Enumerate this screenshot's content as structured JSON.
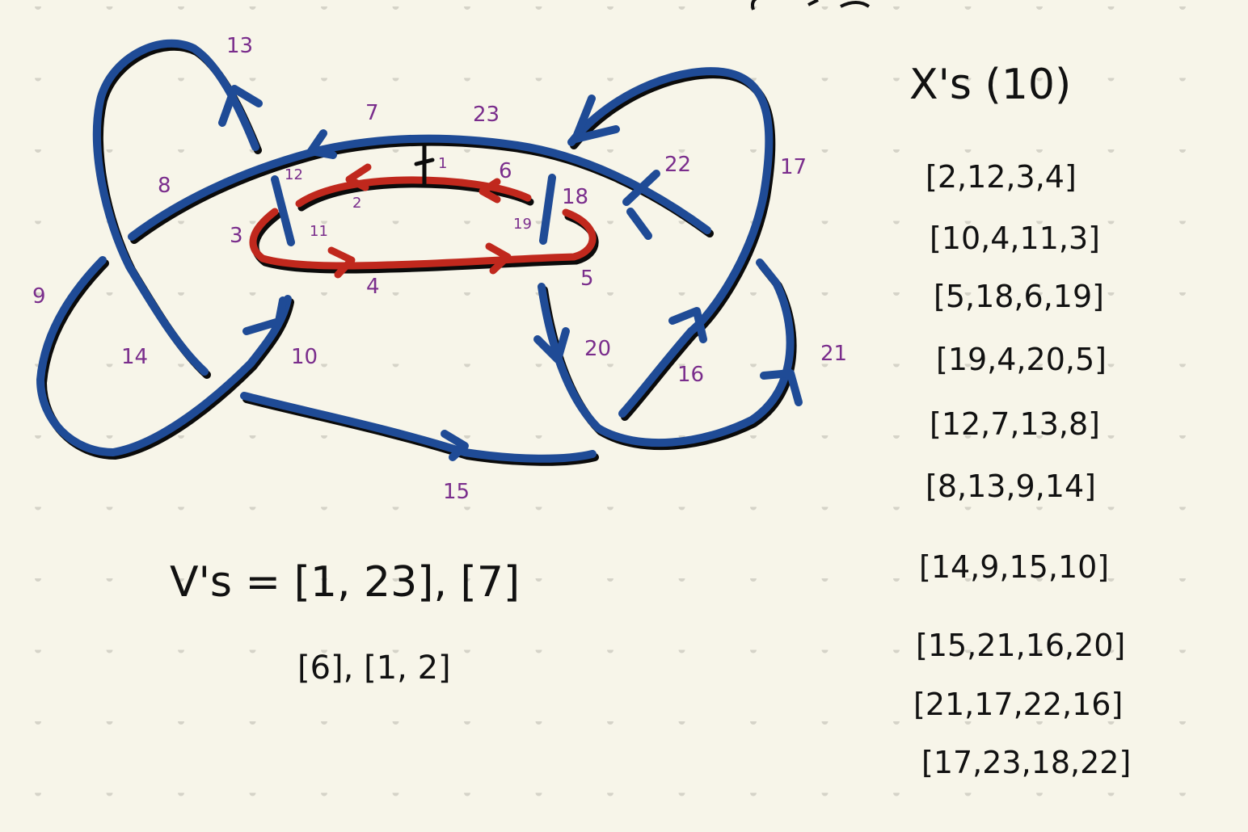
{
  "colors": {
    "paper": "#f7f5e9",
    "dots": "#d5d3c8",
    "blue_strand": "#1f4b96",
    "red_strand": "#c0281d",
    "label_purple": "#7a2d8c",
    "ink": "#111111"
  },
  "edge_labels": [
    "13",
    "7",
    "23",
    "22",
    "17",
    "8",
    "12",
    "2",
    "1",
    "6",
    "18",
    "3",
    "11",
    "19",
    "5",
    "9",
    "14",
    "4",
    "10",
    "20",
    "16",
    "21",
    "15"
  ],
  "v_list": {
    "line1": "V's = [1, 23], [7]",
    "line2": "[6], [1, 2]"
  },
  "x_list": {
    "header": "X's  (10)",
    "items": [
      "[2,12,3,4]",
      "[10,4,11,3]",
      "[5,18,6,19]",
      "[19,4,20,5]",
      "[12,7,13,8]",
      "[8,13,9,14]",
      "[14,9,15,10]",
      "[15,21,16,20]",
      "[21,17,22,16]",
      "[17,23,18,22]"
    ]
  }
}
